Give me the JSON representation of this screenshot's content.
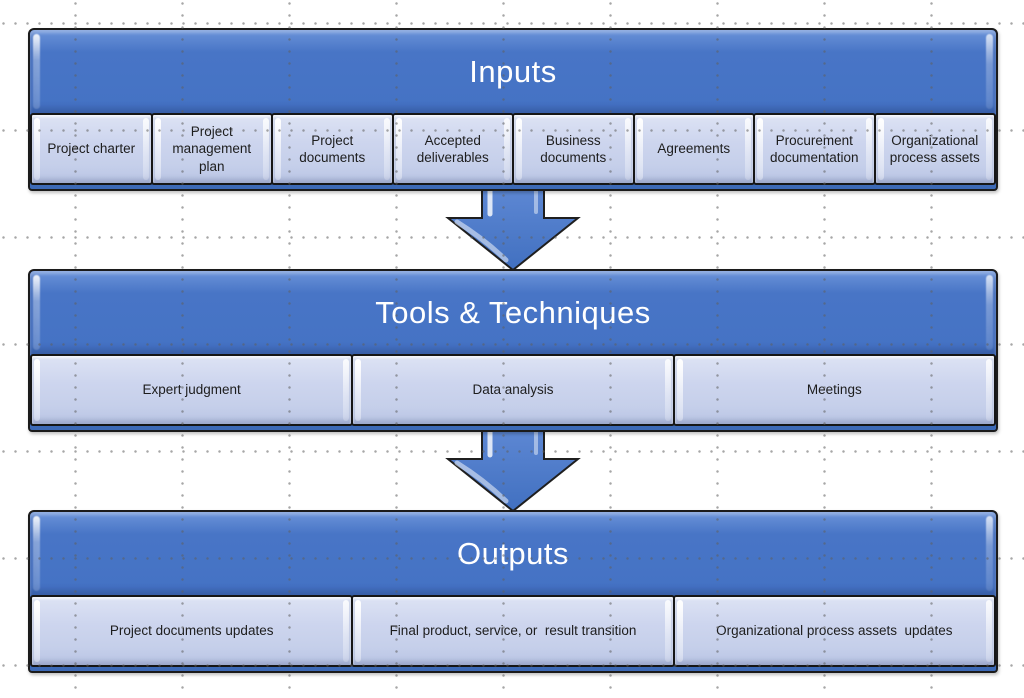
{
  "colors": {
    "accent_blue": "#4472C4",
    "item_fill": "#C9D2EB",
    "outline": "#1B1B1B",
    "header_text": "#FFFFFF",
    "item_text": "#1D1D1D",
    "grid_dot": "#5F5F5F"
  },
  "sections": [
    {
      "id": "inputs",
      "title": "Inputs",
      "items": [
        "Project charter",
        "Project management plan",
        "Project documents",
        "Accepted deliverables",
        "Business documents",
        "Agreements",
        "Procurement documentation",
        "Organizational process assets"
      ]
    },
    {
      "id": "tools-techniques",
      "title": "Tools & Techniques",
      "items": [
        "Expert judgment",
        "Data analysis",
        "Meetings"
      ]
    },
    {
      "id": "outputs",
      "title": "Outputs",
      "items": [
        "Project documents updates",
        "Final product, service, or  result transition",
        "Organizational process assets  updates"
      ]
    }
  ],
  "connectors": [
    "down-arrow",
    "down-arrow"
  ]
}
